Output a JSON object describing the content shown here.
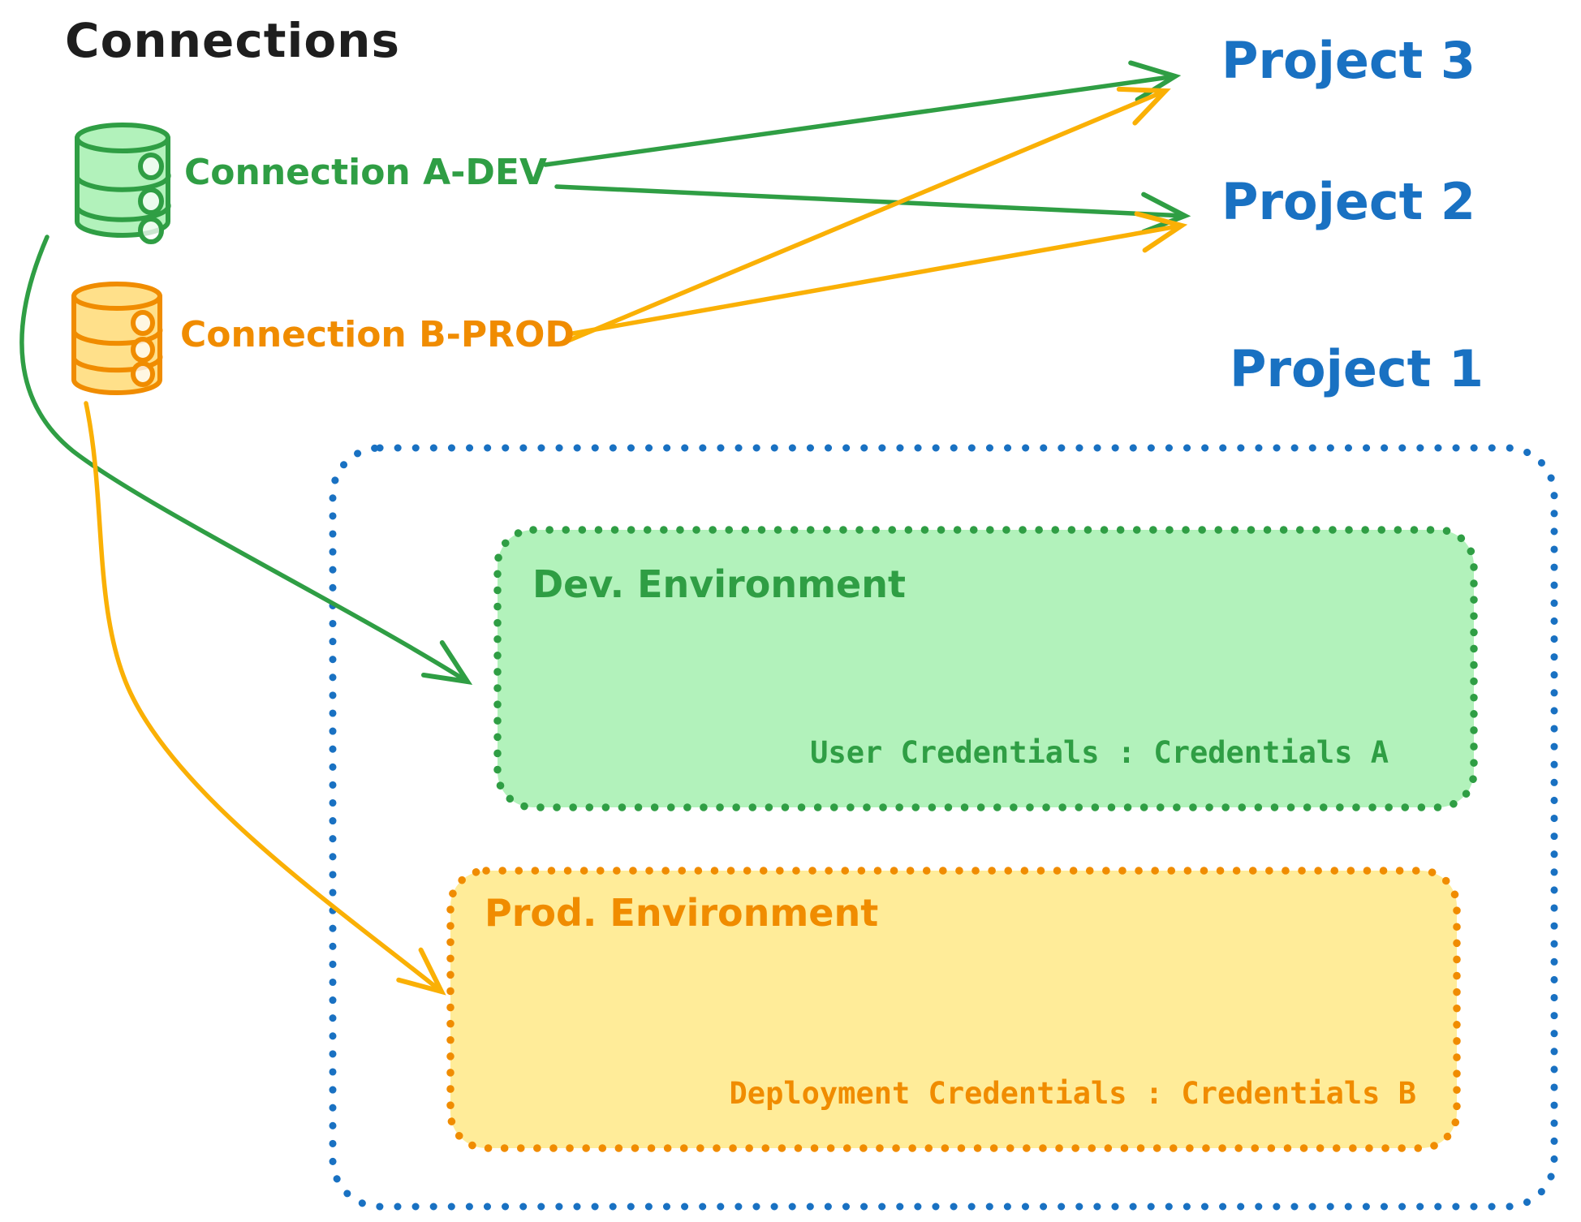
{
  "title": "Connections",
  "colors": {
    "ink_black": "#1e1e1e",
    "green_stroke": "#2f9e44",
    "green_fill": "#b2f2bb",
    "orange_stroke": "#f08c00",
    "orange_arrow": "#fab005",
    "yellow_fill": "#ffec99",
    "blue_stroke": "#1971c2"
  },
  "connections": [
    {
      "label": "Connection A-DEV",
      "icon": "database-icon-green"
    },
    {
      "label": "Connection B-PROD",
      "icon": "database-icon-orange"
    }
  ],
  "projects": [
    {
      "label": "Project 3"
    },
    {
      "label": "Project 2"
    },
    {
      "label": "Project 1"
    }
  ],
  "edges": [
    {
      "from": "Connection A-DEV",
      "to": "Project 3"
    },
    {
      "from": "Connection A-DEV",
      "to": "Project 2"
    },
    {
      "from": "Connection B-PROD",
      "to": "Project 3"
    },
    {
      "from": "Connection B-PROD",
      "to": "Project 2"
    },
    {
      "from": "Connection A-DEV",
      "to": "Dev. Environment"
    },
    {
      "from": "Connection B-PROD",
      "to": "Prod. Environment"
    }
  ],
  "project1": {
    "dev_environment": {
      "title": "Dev. Environment",
      "credentials": "User Credentials : Credentials A"
    },
    "prod_environment": {
      "title": "Prod. Environment",
      "credentials": "Deployment Credentials : Credentials B"
    }
  }
}
